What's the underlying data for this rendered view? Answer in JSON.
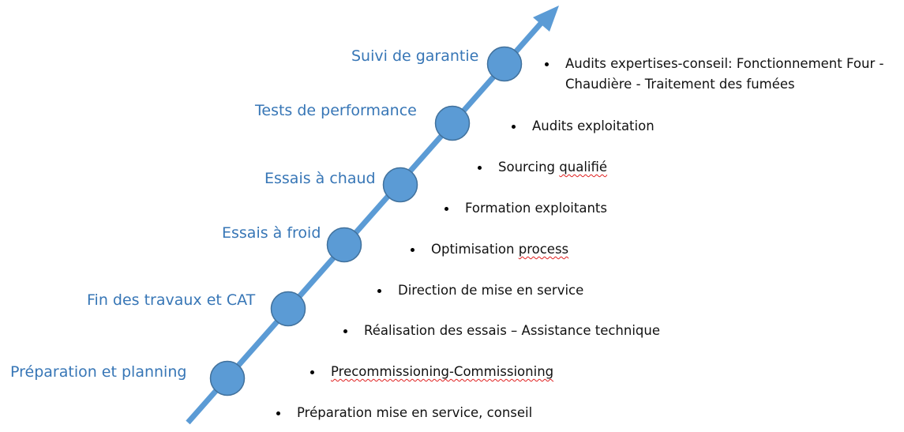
{
  "colors": {
    "arrow": "#5B9BD5",
    "node_fill": "#5B9BD5",
    "node_stroke": "#41719C",
    "stage_text": "#3776B6",
    "bullet_text": "#111111",
    "spellcheck_underline": "#e02020"
  },
  "stages": [
    "Préparation et planning",
    "Fin des travaux et CAT",
    "Essais à froid",
    "Essais à chaud",
    "Tests de performance",
    "Suivi de garantie"
  ],
  "bullets": [
    {
      "text": "Audits expertises-conseil: Fonctionnement Four -",
      "text2": "Chaudière - Traitement des fumées"
    },
    {
      "text": "Audits exploitation"
    },
    {
      "pre": "Sourcing ",
      "marked": "qualifié",
      "post": ""
    },
    {
      "text": "Formation exploitants"
    },
    {
      "pre": "Optimisation ",
      "marked": "process",
      "post": ""
    },
    {
      "text": "Direction de mise en service"
    },
    {
      "text": "Réalisation des essais – Assistance technique"
    },
    {
      "pre": "",
      "marked": "Precommissioning-Commissioning",
      "post": ""
    },
    {
      "text": "Préparation mise en service, conseil"
    }
  ]
}
